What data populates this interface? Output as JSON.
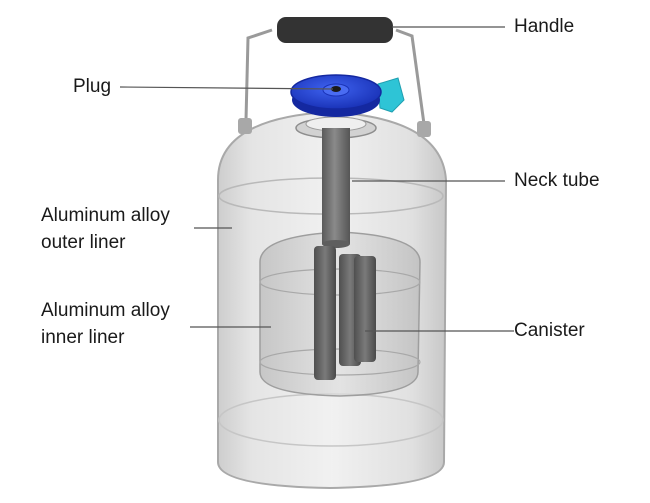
{
  "figure": {
    "labels": {
      "handle": "Handle",
      "plug": "Plug",
      "neck_tube": "Neck tube",
      "outer_liner": [
        "Aluminum alloy",
        "outer liner"
      ],
      "inner_liner": [
        "Aluminum alloy",
        "inner liner"
      ],
      "canister": "Canister"
    },
    "colors": {
      "plug": "#1f3fd6",
      "handle_grip": "#333333",
      "tag": "#2ec4d6",
      "tube": "#6f6f6f",
      "liner": "#c9c9c9",
      "leader_line": "#555555"
    }
  }
}
